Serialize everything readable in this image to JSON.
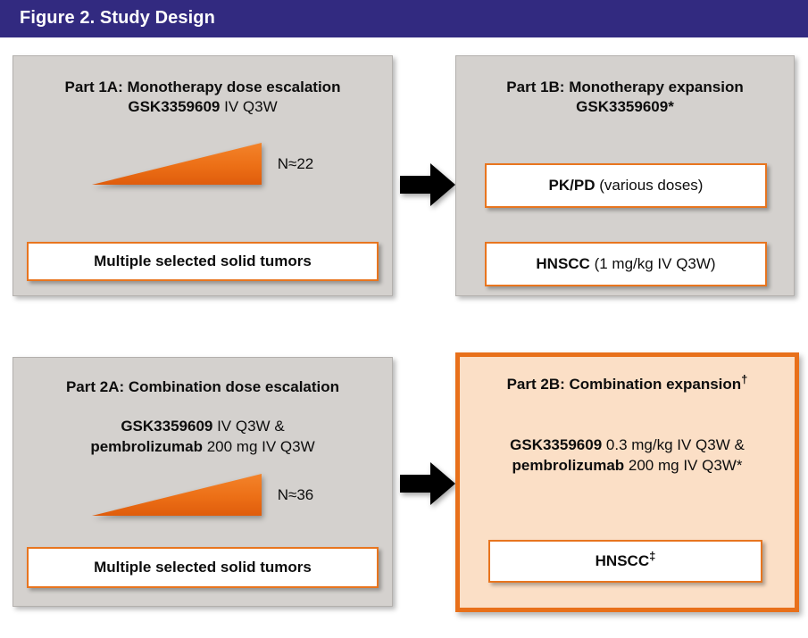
{
  "header": {
    "title": "Figure 2. Study Design",
    "background_color": "#322a80",
    "text_color": "#ffffff"
  },
  "colors": {
    "panel_background": "#d4d1ce",
    "panel_border": "#b3b0ad",
    "highlight_background": "#fbdfc6",
    "highlight_border": "#e8701a",
    "accent_orange": "#e8751f",
    "triangle_orange_light": "#f07b22",
    "triangle_orange_dark": "#e05a10",
    "box_background": "#ffffff",
    "text": "#0d0d0d",
    "arrow": "#000000"
  },
  "panels": {
    "part_1a": {
      "title": "Part 1A: Monotherapy dose escalation",
      "regimen_drug": "GSK3359609",
      "regimen_detail": " IV Q3W",
      "escalation": {
        "icon": "escalation-triangle-icon",
        "n_label": "N≈22"
      },
      "boxes": [
        {
          "name": "tumors",
          "bold": "",
          "text": "Multiple selected solid tumors",
          "all_bold": true
        }
      ]
    },
    "part_1b": {
      "title": "Part 1B: Monotherapy expansion",
      "regimen_drug": "GSK3359609*",
      "regimen_detail": "",
      "boxes": [
        {
          "name": "pkpd",
          "bold": "PK/PD",
          "text": " (various doses)"
        },
        {
          "name": "hnscc",
          "bold": "HNSCC",
          "text": " (1 mg/kg IV Q3W)"
        }
      ]
    },
    "part_2a": {
      "title": "Part 2A: Combination dose escalation",
      "regimen_line1_drug": "GSK3359609",
      "regimen_line1_detail": " IV Q3W &",
      "regimen_line2_drug": "pembrolizumab",
      "regimen_line2_detail": " 200 mg IV Q3W",
      "escalation": {
        "icon": "escalation-triangle-icon",
        "n_label": "N≈36"
      },
      "boxes": [
        {
          "name": "tumors",
          "text": "Multiple selected solid tumors",
          "all_bold": true
        }
      ]
    },
    "part_2b": {
      "title": "Part 2B: Combination expansion",
      "title_superscript": "†",
      "highlighted": true,
      "regimen_line1_drug": "GSK3359609",
      "regimen_line1_detail": " 0.3 mg/kg IV Q3W &",
      "regimen_line2_drug": "pembrolizumab",
      "regimen_line2_detail": " 200 mg IV Q3W*",
      "boxes": [
        {
          "name": "hnscc",
          "text": "HNSCC",
          "superscript": "‡",
          "all_bold": true
        }
      ]
    }
  },
  "arrows": [
    {
      "name": "arrow-1a-to-1b",
      "direction": "right"
    },
    {
      "name": "arrow-2a-to-2b",
      "direction": "right"
    }
  ]
}
